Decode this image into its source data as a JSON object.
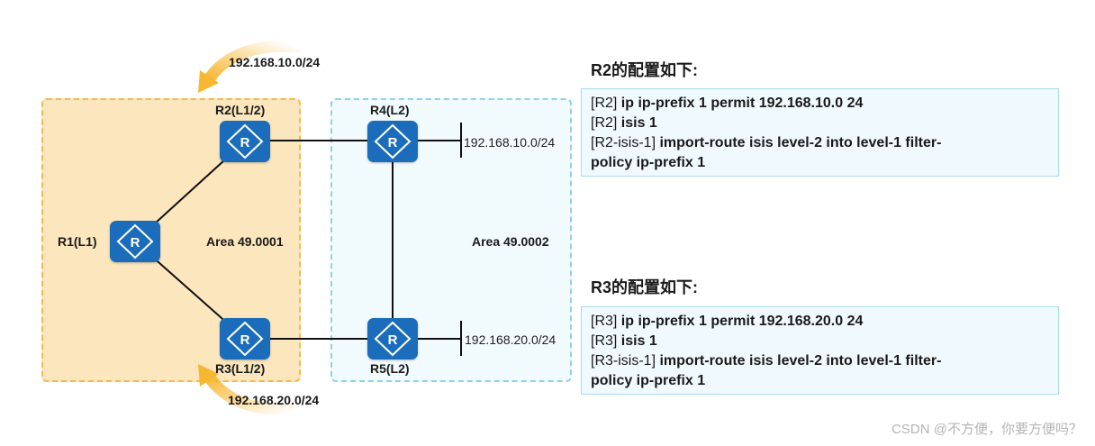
{
  "areas": {
    "area1": "Area 49.0001",
    "area2": "Area 49.0002"
  },
  "routers": {
    "r1": "R1(L1)",
    "r2": "R2(L1/2)",
    "r3": "R3(L1/2)",
    "r4": "R4(L2)",
    "r5": "R5(L2)",
    "glyph": "R"
  },
  "networks": {
    "r4_stub": "192.168.10.0/24",
    "r5_stub": "192.168.20.0/24",
    "r2_leak": "192.168.10.0/24",
    "r3_leak": "192.168.20.0/24"
  },
  "r2_config": {
    "title": "R2的配置如下:",
    "lines": [
      {
        "prefix": "[R2]",
        "command": "ip ip-prefix 1 permit 192.168.10.0 24"
      },
      {
        "prefix": "[R2]",
        "command": "isis 1"
      },
      {
        "prefix": "[R2-isis-1]",
        "command": "import-route isis level-2 into level-1 filter-"
      },
      {
        "prefix": "",
        "command": "policy ip-prefix 1"
      }
    ]
  },
  "r3_config": {
    "title": "R3的配置如下:",
    "lines": [
      {
        "prefix": "[R3]",
        "command": "ip ip-prefix 1 permit 192.168.20.0 24"
      },
      {
        "prefix": "[R3]",
        "command": "isis 1"
      },
      {
        "prefix": "[R3-isis-1]",
        "command": "import-route isis level-2 into level-1 filter-"
      },
      {
        "prefix": "",
        "command": "policy ip-prefix 1"
      }
    ]
  },
  "watermark": "CSDN @不方便，你要方便吗？",
  "colors": {
    "area1_fill": "#fbe6bd",
    "area1_border": "#f3b94a",
    "area2_fill": "#f1fafd",
    "area2_border": "#8fd0ec",
    "router": "#1b6dbb",
    "arrow": "#f7b733",
    "config_fill": "#f0f9fd",
    "config_border": "#a9dcef"
  }
}
